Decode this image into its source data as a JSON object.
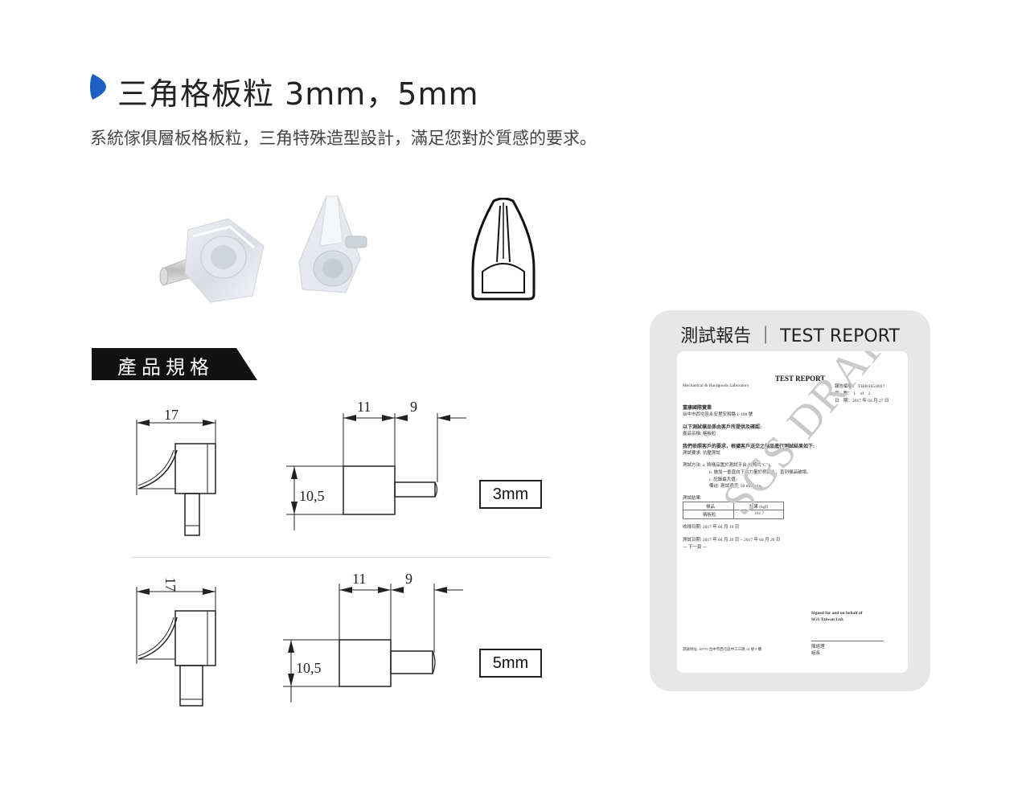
{
  "header": {
    "title": "三角格板粒 3mm，5mm",
    "subtitle": "系統傢俱層板格板粒，三角特殊造型設計，滿足您對於質感的要求。",
    "accent_color": "#1f5fc4"
  },
  "spec_section": {
    "label": "產品規格",
    "drawings": [
      {
        "size_label": "3mm",
        "width_dim": "17",
        "head_dim": "11",
        "pin_dim": "9",
        "height_dim": "10,5"
      },
      {
        "size_label": "5mm",
        "width_dim": "17",
        "head_dim": "11",
        "pin_dim": "9",
        "height_dim": "10,5"
      }
    ]
  },
  "report": {
    "heading": "測試報告 ｜ TEST  REPORT",
    "doc_title": "TEST REPORT",
    "lab": "Mechanical & Hardgoods Laboratory",
    "report_no": "報告編號： TH40165/2017",
    "pages": "頁　數： 1　of　2",
    "date": "日　期：2017 年 04 月 27 日",
    "company": "富康國際實業",
    "address": "台中市西屯區永安里安和路 1-108 號",
    "sample_info_heading": "以下測試樣品係由客戶所提供及確認:",
    "sample_name": "產品名稱: 格板粒",
    "request_heading": "我們依照客戶的要求，根據客戶送交之樣品進行測試結果如下:",
    "test_item": "測試要求: 抗壓測試",
    "method_a": "測試方法: a. 將樣品置於測試平台上(照片\"C\")。",
    "method_b": "b. 施加一垂直向下的力量於樣品上，直到樣品破壞。",
    "method_c": "c. 記錄最大值。",
    "method_note": "備註: 測試速度: 50 mm/min。",
    "result_heading": "測試結果:",
    "table_headers": [
      "樣品",
      "結果 (kgf)"
    ],
    "table_row": [
      "格板粒",
      "161.7"
    ],
    "received_date": "收樣日期: 2017 年 04 月 19 日",
    "test_period": "測試日期: 2017 年 04 月 20 日 ~ 2017 年 04 月 26 日",
    "continued": "--- 下一頁 ---",
    "watermark": "SGS DRAFT",
    "signed": "Signed for and on behalf of",
    "signed_company": "SGS Taiwan Ltd.",
    "signer_title": "陳經理",
    "signer_role": "組長",
    "footer_address": "測試地址: 40755 台中市西屯區中工三路 14 號 9 樓"
  }
}
